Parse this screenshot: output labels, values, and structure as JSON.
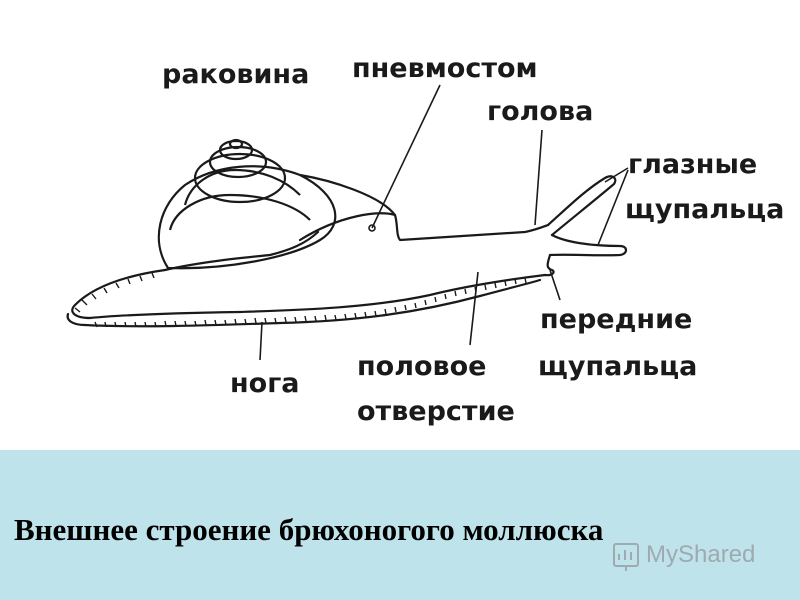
{
  "labels": {
    "shell": "раковина",
    "pneumostome": "пневмостом",
    "head": "голова",
    "eye_tentacles_1": "глазные",
    "eye_tentacles_2": "щупальца",
    "front_tentacles_1": "передние",
    "front_tentacles_2": "щупальца",
    "foot": "нога",
    "genital_opening_1": "половое",
    "genital_opening_2": "отверстие"
  },
  "caption": "Внешнее строение брюхоногого моллюска",
  "watermark": "MyShared",
  "colors": {
    "caption_band": "#bfe3ea",
    "ink": "#1a1a1a"
  }
}
